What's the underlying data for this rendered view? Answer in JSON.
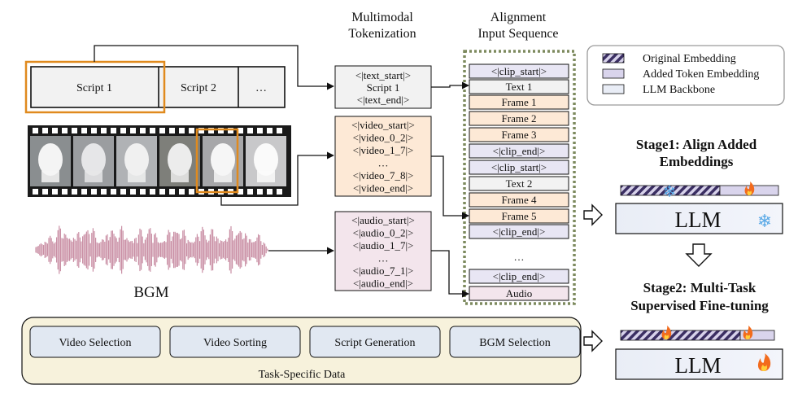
{
  "headers": {
    "tokenization": [
      "Multimodal",
      "Tokenization"
    ],
    "alignment": [
      "Alignment",
      "Input Sequence"
    ]
  },
  "script_cells": [
    "Script 1",
    "Script 2",
    "…"
  ],
  "bgm_label": "BGM",
  "text_tokens": [
    "<|text_start|>",
    "Script 1",
    "<|text_end|>"
  ],
  "video_tokens": [
    "<|video_start|>",
    "<|video_0_2|>",
    "<|video_1_7|>",
    "…",
    "<|video_7_8|>",
    "<|video_end|>"
  ],
  "audio_tokens": [
    "<|audio_start|>",
    "<|audio_0_2|>",
    "<|audio_1_7|>",
    "…",
    "<|audio_7_1|>",
    "<|audio_end|>"
  ],
  "sequence": [
    {
      "label": "<|clip_start|>",
      "kind": "added"
    },
    {
      "label": "Text 1",
      "kind": "text"
    },
    {
      "label": "Frame 1",
      "kind": "video"
    },
    {
      "label": "Frame 2",
      "kind": "video"
    },
    {
      "label": "Frame 3",
      "kind": "video"
    },
    {
      "label": "<|clip_end|>",
      "kind": "added"
    },
    {
      "label": "<|clip_start|>",
      "kind": "added"
    },
    {
      "label": "Text 2",
      "kind": "text"
    },
    {
      "label": "Frame 4",
      "kind": "video"
    },
    {
      "label": "Frame 5",
      "kind": "video"
    },
    {
      "label": "<|clip_end|>",
      "kind": "added"
    },
    {
      "label": "…",
      "kind": "gap"
    },
    {
      "label": "<|clip_end|>",
      "kind": "added"
    },
    {
      "label": "Audio",
      "kind": "audio"
    }
  ],
  "legend": [
    "Original Embedding",
    "Added Token Embedding",
    "LLM Backbone"
  ],
  "stage1": [
    "Stage1: Align Added",
    "Embeddings"
  ],
  "stage2": [
    "Stage2: Multi-Task",
    "Supervised Fine-tuning"
  ],
  "llm_label": "LLM",
  "tasks": [
    "Video Selection",
    "Video Sorting",
    "Script Generation",
    "BGM Selection"
  ],
  "task_caption": "Task-Specific Data",
  "colors": {
    "text_token": "#f2f2f2",
    "video_token": "#fde9d6",
    "audio_token": "#f3e5ec",
    "added_token": "#e8e6f4",
    "highlight": "#e08a1e",
    "waveform": "#c98ea4",
    "dashed_border": "#7d8a5e",
    "task_panel": "#f7f2dc",
    "task_box": "#e1e8f2",
    "hatch": "#3b2f63"
  }
}
